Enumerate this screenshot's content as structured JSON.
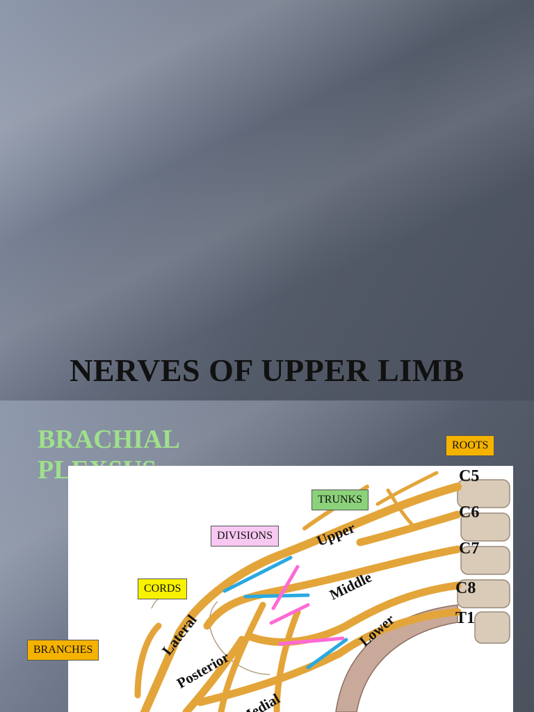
{
  "slide1": {
    "title": "NERVES OF UPPER LIMB"
  },
  "slide2": {
    "heading_line1": "BRACHIAL",
    "heading_line2": "PLEXSUS",
    "tags": {
      "roots": "ROOTS",
      "trunks": "TRUNKS",
      "divisions": "DIVISIONS",
      "cords": "CORDS",
      "branches": "BRANCHES"
    },
    "roots": [
      "C5",
      "C6",
      "C7",
      "C8",
      "T1"
    ],
    "trunks": [
      "Upper",
      "Middle",
      "Lower"
    ],
    "cords": [
      "Lateral",
      "Posterior",
      "Medial"
    ]
  },
  "colors": {
    "heading": "#9fe08c",
    "nerve": "#e8a830",
    "division_blue": "#29a9e0",
    "division_pink": "#ff6ad5"
  }
}
